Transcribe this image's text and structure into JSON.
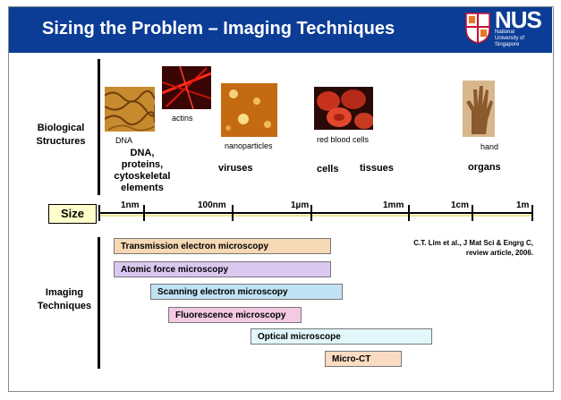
{
  "title": "Sizing the Problem – Imaging Techniques",
  "logo": {
    "name": "NUS",
    "subtitle": "National University of Singapore"
  },
  "sections": {
    "biological": "Biological Structures",
    "imaging": "Imaging Techniques",
    "size": "Size"
  },
  "image_captions": {
    "dna": "DNA",
    "actins": "actins",
    "nanoparticles": "nanoparticles",
    "rbc": "red blood cells",
    "hand": "hand"
  },
  "categories": {
    "dna": "DNA, proteins, cytoskeletal elements",
    "viruses": "viruses",
    "cells": "cells",
    "tissues": "tissues",
    "organs": "organs"
  },
  "scale": [
    "1nm",
    "100nm",
    "1µm",
    "1mm",
    "1cm",
    "1m"
  ],
  "techniques": [
    {
      "label": "Transmission electron microscopy",
      "color": "#f6d8b4"
    },
    {
      "label": "Atomic force microscopy",
      "color": "#dac8f0"
    },
    {
      "label": "Scanning electron microscopy",
      "color": "#bfe3f3"
    },
    {
      "label": "Fluorescence microscopy",
      "color": "#f4c9e4"
    },
    {
      "label": "Optical microscope",
      "color": "#e2f7fb"
    },
    {
      "label": "Micro-CT",
      "color": "#fbdcc3"
    }
  ],
  "reference": "C.T. Lim et al., J Mat Sci & Engrg C, review article, 2006."
}
